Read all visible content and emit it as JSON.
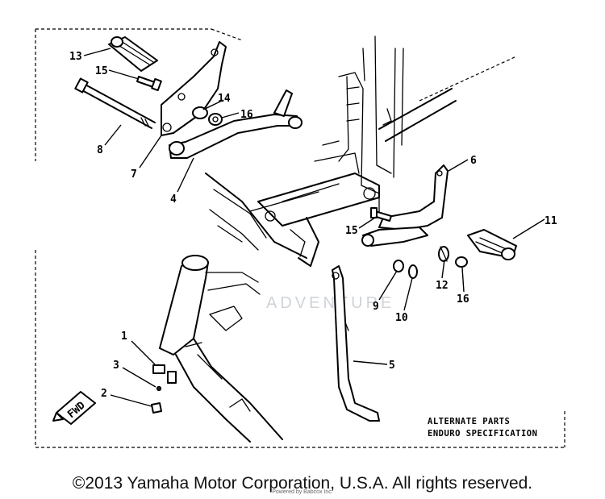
{
  "callouts": [
    {
      "id": "13",
      "label": "13"
    },
    {
      "id": "15a",
      "label": "15"
    },
    {
      "id": "8",
      "label": "8"
    },
    {
      "id": "14",
      "label": "14"
    },
    {
      "id": "16a",
      "label": "16"
    },
    {
      "id": "7",
      "label": "7"
    },
    {
      "id": "4",
      "label": "4"
    },
    {
      "id": "6",
      "label": "6"
    },
    {
      "id": "15b",
      "label": "15"
    },
    {
      "id": "11",
      "label": "11"
    },
    {
      "id": "12",
      "label": "12"
    },
    {
      "id": "16b",
      "label": "16"
    },
    {
      "id": "9",
      "label": "9"
    },
    {
      "id": "10",
      "label": "10"
    },
    {
      "id": "1",
      "label": "1"
    },
    {
      "id": "3",
      "label": "3"
    },
    {
      "id": "2",
      "label": "2"
    },
    {
      "id": "5",
      "label": "5"
    }
  ],
  "fwd_label": "FWD",
  "note": {
    "line1": "ALTERNATE PARTS",
    "line2": "ENDURO SPECIFICATION"
  },
  "watermark": "ADVENTURE",
  "copyright": "©2013 Yamaha Motor Corporation, U.S.A. All rights reserved.",
  "fine_print": "Powered by Babcox Inc."
}
